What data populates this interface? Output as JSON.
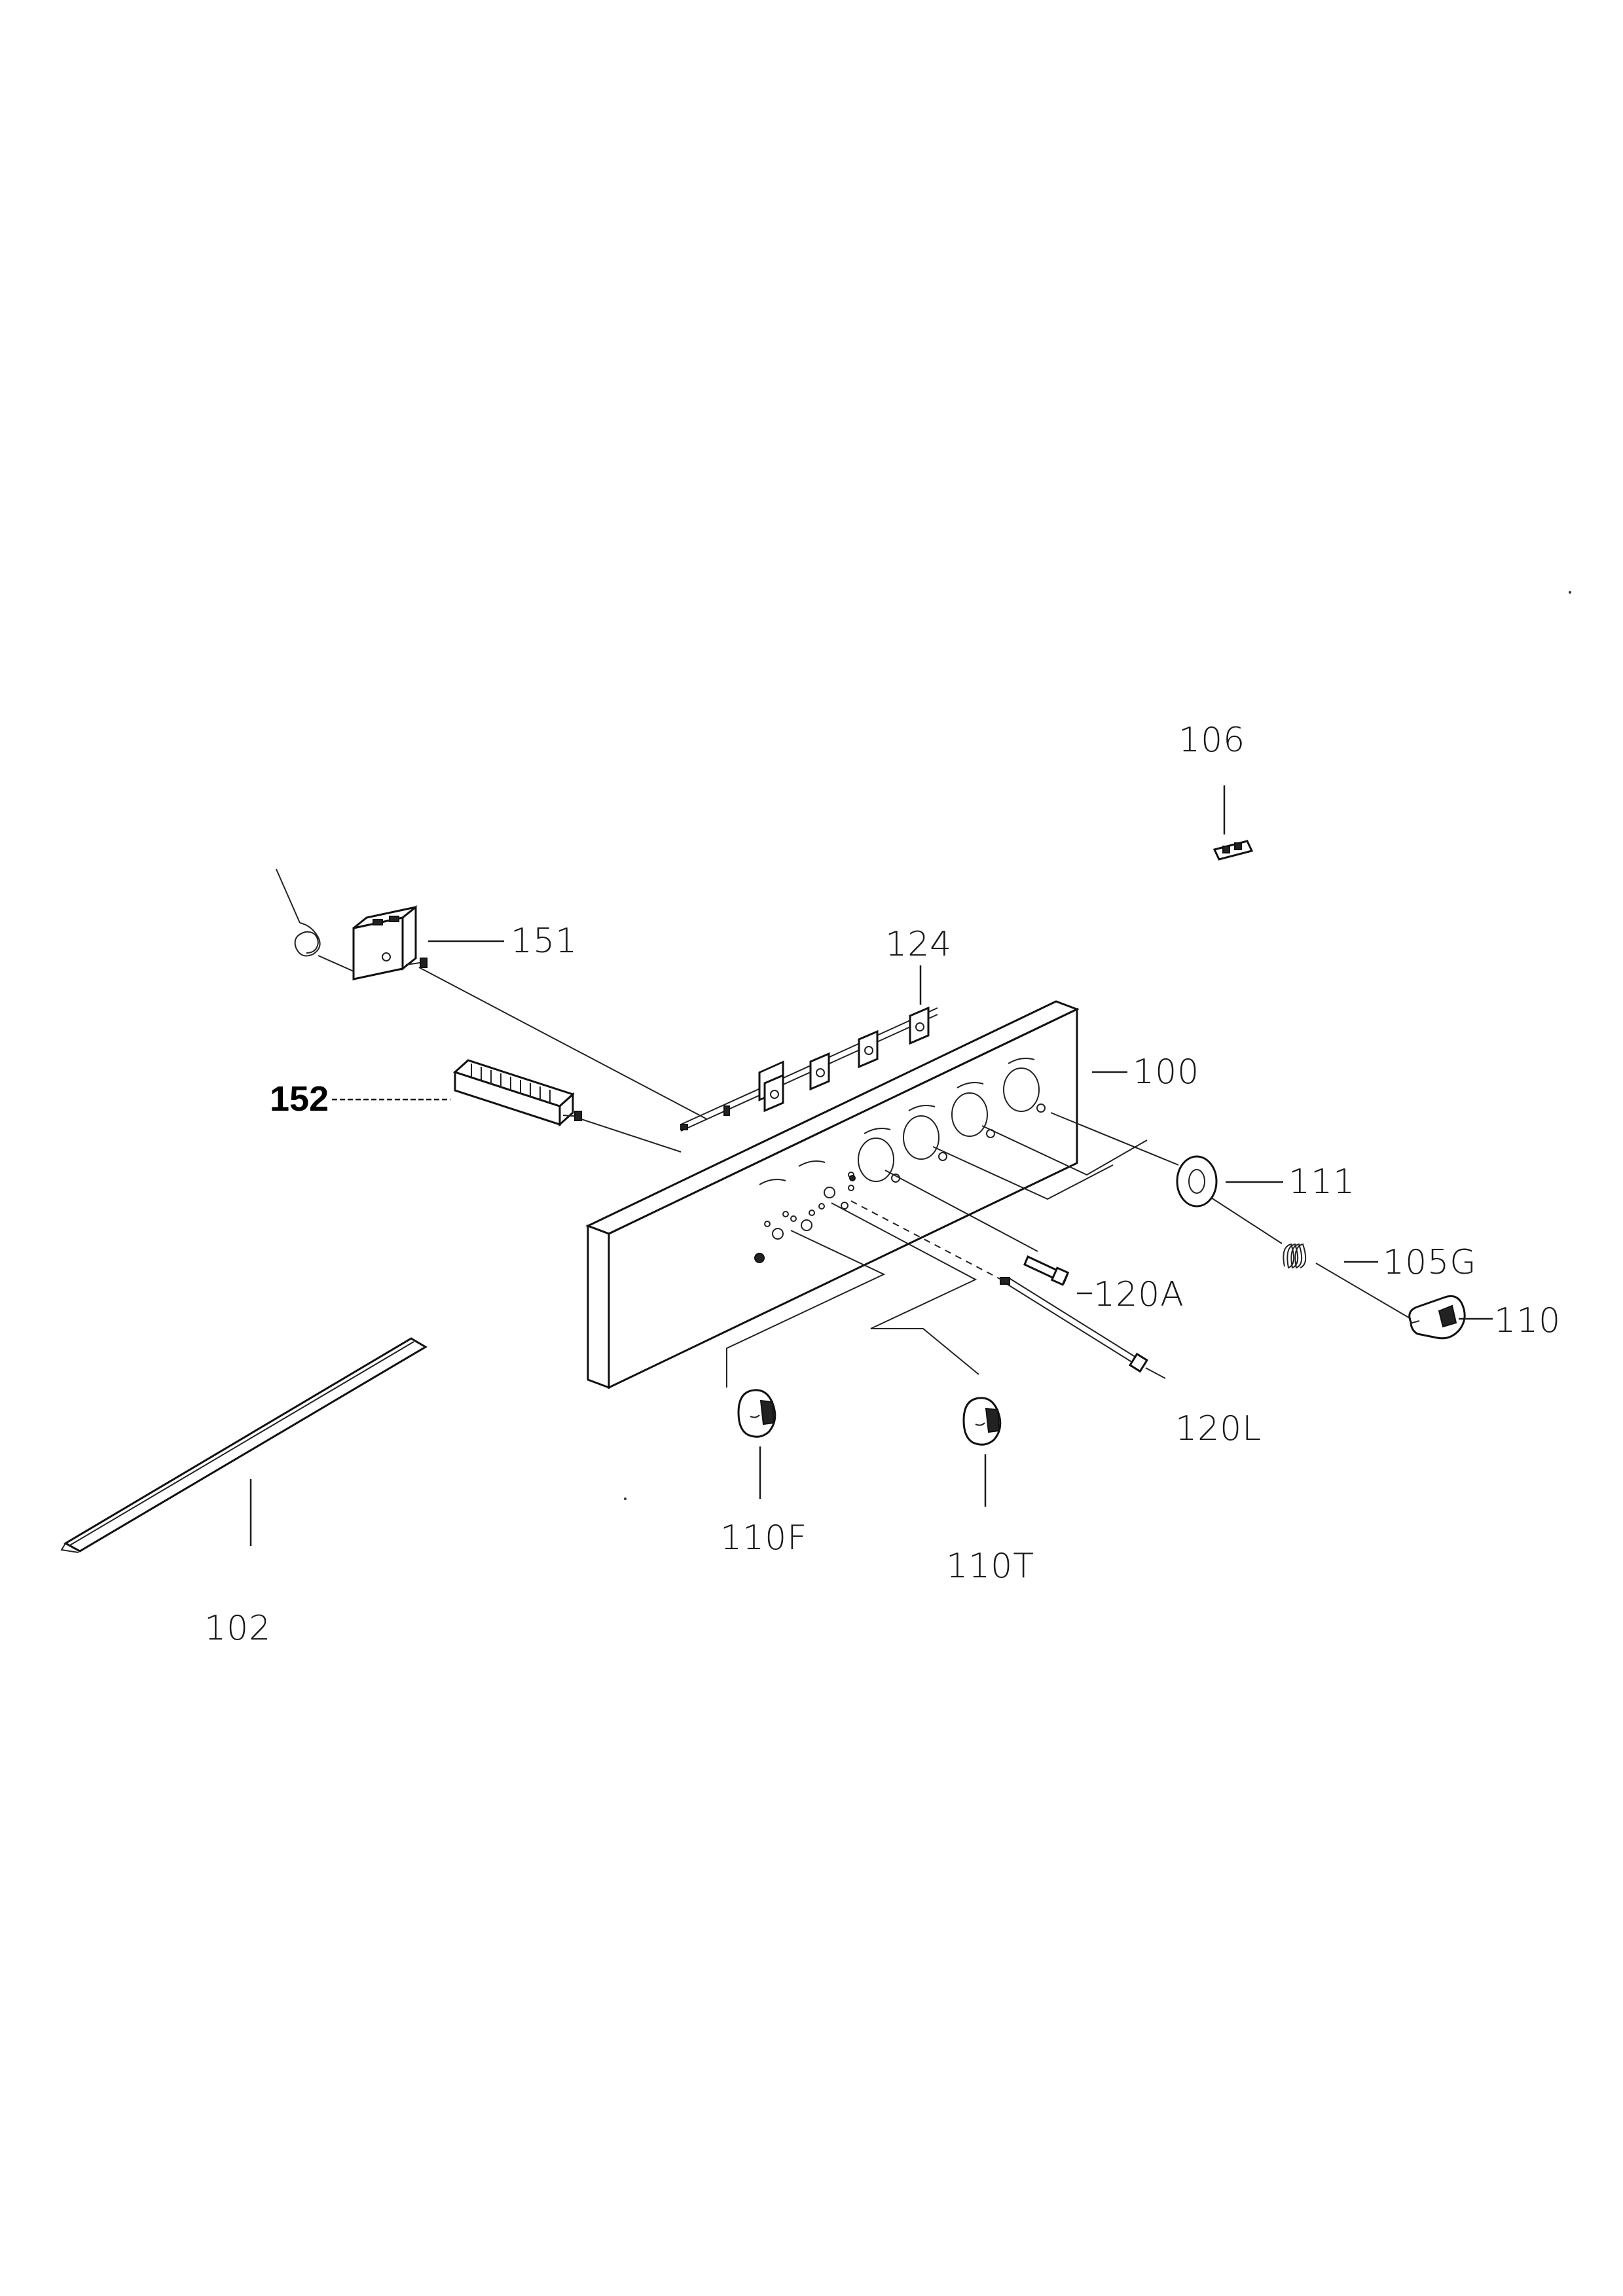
{
  "labels": {
    "p100": "100",
    "p102": "102",
    "p105G": "105G",
    "p106": "106",
    "p110": "110",
    "p110F": "110F",
    "p110T": "110T",
    "p111": "111",
    "p120A": "120A",
    "p120L": "120L",
    "p124": "124",
    "p151": "151",
    "p152": "152"
  }
}
